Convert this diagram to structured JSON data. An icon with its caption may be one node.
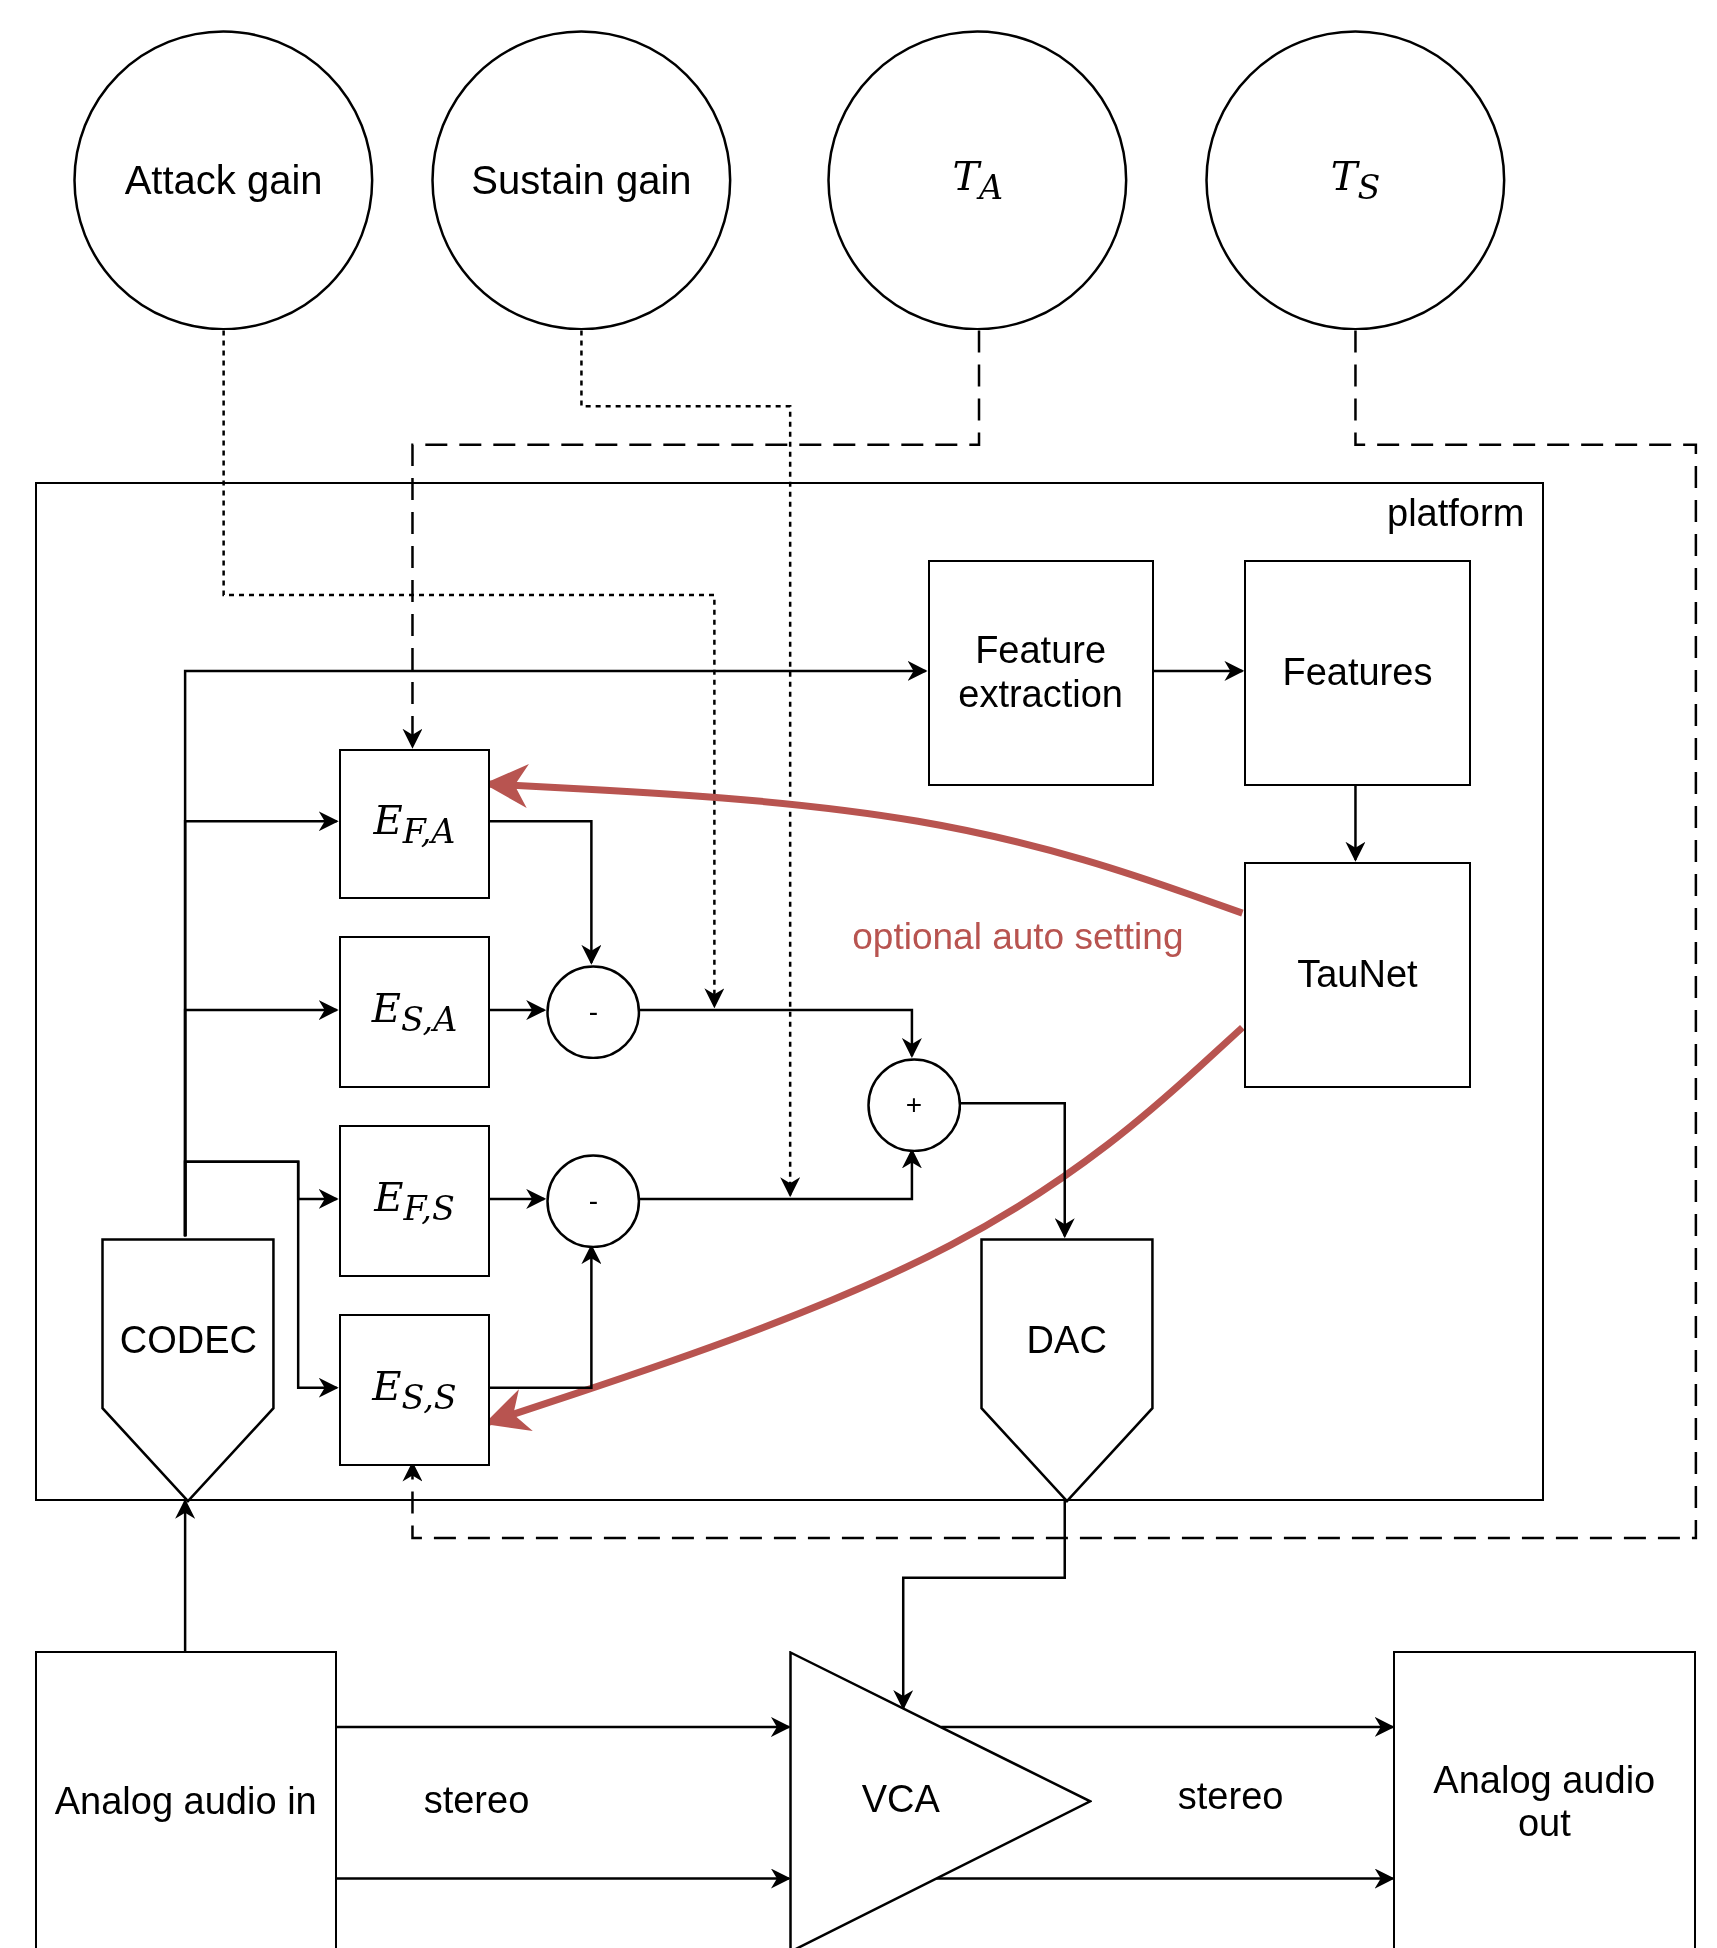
{
  "diagram": {
    "nodes": [
      {
        "text": [
          "Attack gain"
        ]
      },
      {
        "text": [
          "Sustain gain"
        ]
      },
      {
        "text": [
          "T$_{A}$"
        ]
      },
      {
        "text": [
          "T$_{S}$"
        ]
      },
      {
        "text": [
          "platform"
        ]
      },
      {
        "text": [
          "Feature extraction"
        ],
        "in": 4
      },
      {
        "text": [
          "Features"
        ],
        "in": 4
      },
      {
        "text": [
          "TauNet"
        ],
        "in": 4
      },
      {
        "text": [
          "E$_{F,A}$"
        ],
        "in": 4
      },
      {
        "text": [
          "E$_{S,A}$"
        ],
        "in": 4
      },
      {
        "text": [
          "-"
        ],
        "in": 4
      },
      {
        "text": [
          "+"
        ],
        "in": 4
      },
      {
        "text": [
          "E$_{F,S}$"
        ],
        "in": 4
      },
      {
        "text": [
          "-"
        ],
        "in": 4
      },
      {
        "text": [
          "E$_{S,S}$"
        ],
        "in": 4
      },
      {
        "text": [
          "CODEC"
        ],
        "in": 4
      },
      {
        "text": [
          "DAC"
        ],
        "in": 4
      },
      {
        "text": [
          "Analog audio in"
        ]
      },
      {
        "text": [
          "VCA"
        ]
      },
      {
        "text": [
          "Analog audio out"
        ]
      }
    ],
    "edges": [
      {
        "from": 0,
        "to": null,
        "arrow": "to",
        "style": "dashed"
      },
      {
        "from": 1,
        "to": null,
        "arrow": "to",
        "style": "dashed"
      },
      {
        "from": 2,
        "to": 8,
        "arrow": "to",
        "style": "dashed"
      },
      {
        "from": 3,
        "to": 14,
        "arrow": "to",
        "style": "dashed"
      },
      {
        "from": 15,
        "to": 5,
        "arrow": "to"
      },
      {
        "from": 15,
        "to": 8,
        "arrow": "to"
      },
      {
        "from": 15,
        "to": 9,
        "arrow": "to"
      },
      {
        "from": 15,
        "to": 12,
        "arrow": "to"
      },
      {
        "from": 15,
        "to": 14,
        "arrow": "to"
      },
      {
        "from": 5,
        "to": 6,
        "arrow": "to"
      },
      {
        "from": 6,
        "to": 7,
        "arrow": "to"
      },
      {
        "from": 7,
        "to": 8,
        "arrow": "to",
        "style": "thick",
        "color": "#b85450"
      },
      {
        "from": 7,
        "to": 14,
        "arrow": "to",
        "style": "thick",
        "color": "#b85450"
      },
      {
        "from": 8,
        "to": 10,
        "arrow": "to"
      },
      {
        "from": 9,
        "to": 10,
        "arrow": "to"
      },
      {
        "from": 10,
        "to": 11,
        "arrow": "to"
      },
      {
        "from": 12,
        "to": 13,
        "arrow": "to"
      },
      {
        "from": 14,
        "to": 13,
        "arrow": "to"
      },
      {
        "from": 13,
        "to": 11,
        "arrow": "to"
      },
      {
        "from": 11,
        "to": 16,
        "arrow": "to"
      },
      {
        "from": 16,
        "to": 18,
        "arrow": "to"
      },
      {
        "from": 17,
        "to": 15,
        "arrow": "to"
      },
      {
        "from": 17,
        "to": 18,
        "arrow": "to"
      },
      {
        "from": 17,
        "to": 18,
        "arrow": "to"
      },
      {
        "from": 18,
        "to": 19,
        "arrow": "to"
      },
      {
        "from": 18,
        "to": 19,
        "arrow": "to"
      }
    ],
    "labels": [
      "optional auto setting",
      "stereo",
      "stereo"
    ]
  }
}
